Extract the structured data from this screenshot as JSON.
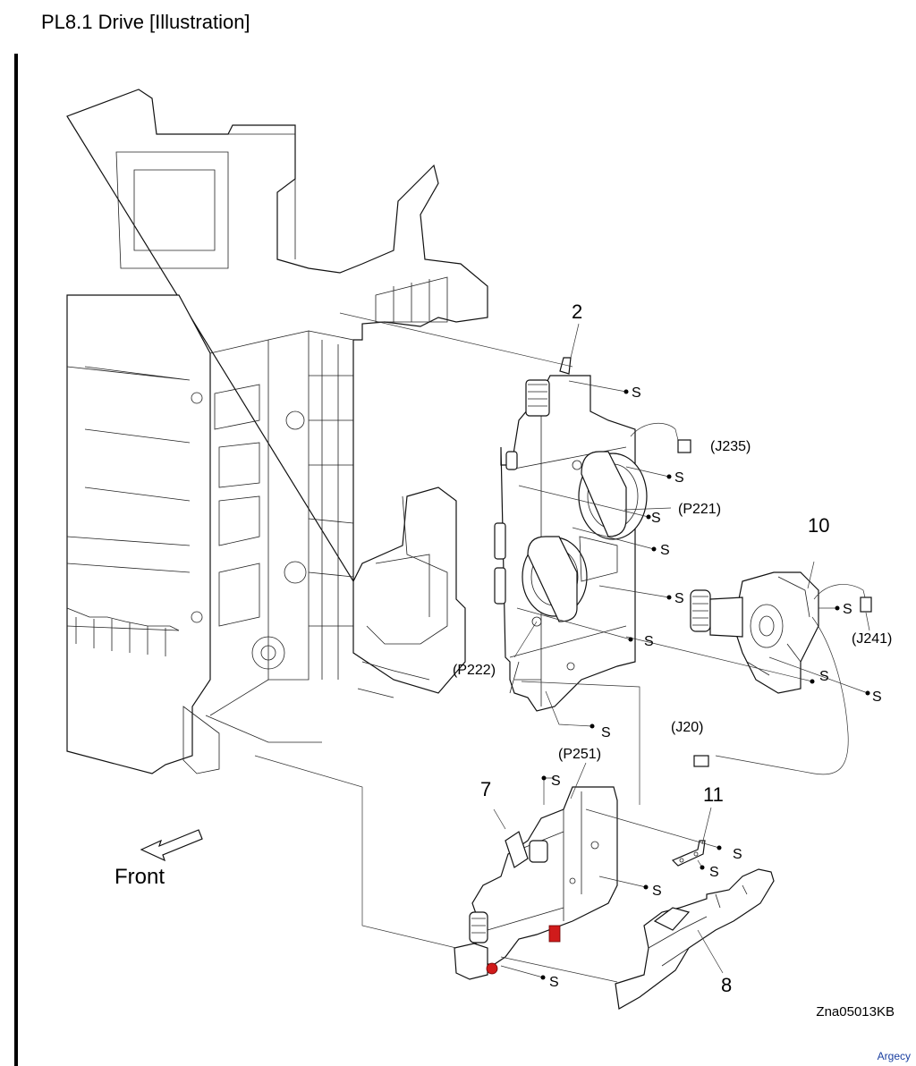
{
  "title": "PL8.1 Drive  [Illustration]",
  "drawing_code": "Zna05013KB",
  "watermark": "Argecy",
  "front_label": "Front",
  "part_numbers": [
    "2",
    "10",
    "7",
    "11",
    "8"
  ],
  "connectors": [
    "(J235)",
    "(P221)",
    "(J241)",
    "(P222)",
    "(J20)",
    "(P251)"
  ],
  "screw_label": "S",
  "accent_color": "#d01b1b"
}
